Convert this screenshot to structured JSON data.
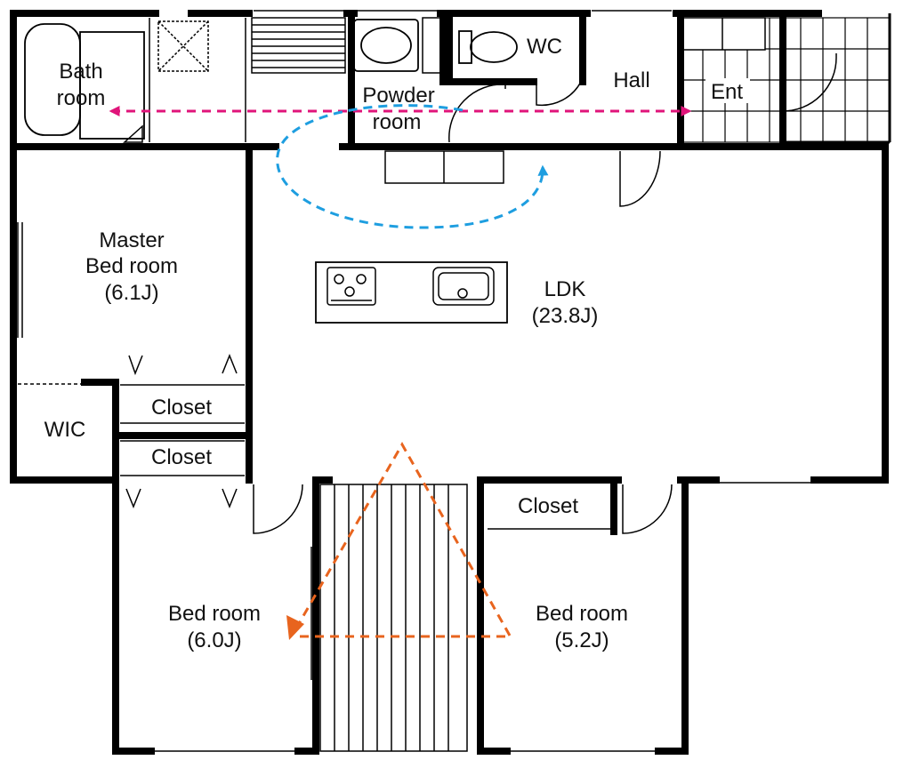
{
  "rooms": {
    "bath": {
      "line1": "Bath",
      "line2": "room"
    },
    "powder": {
      "line1": "Powder",
      "line2": "room"
    },
    "wc": "WC",
    "hall": "Hall",
    "entrance": "Ent",
    "master": {
      "line1": "Master",
      "line2": "Bed room",
      "line3": "(6.1J)"
    },
    "ldk": {
      "line1": "LDK",
      "line2": "(23.8J)"
    },
    "wic": "WIC",
    "closet_upper": "Closet",
    "closet_lower": "Closet",
    "closet_right": "Closet",
    "bed_left": {
      "line1": "Bed room",
      "line2": "(6.0J)"
    },
    "bed_right": {
      "line1": "Bed room",
      "line2": "(5.2J)"
    }
  },
  "colors": {
    "wall": "#000000",
    "route_magenta": "#e0147a",
    "route_blue": "#1e9ee0",
    "route_orange": "#e8641e"
  }
}
